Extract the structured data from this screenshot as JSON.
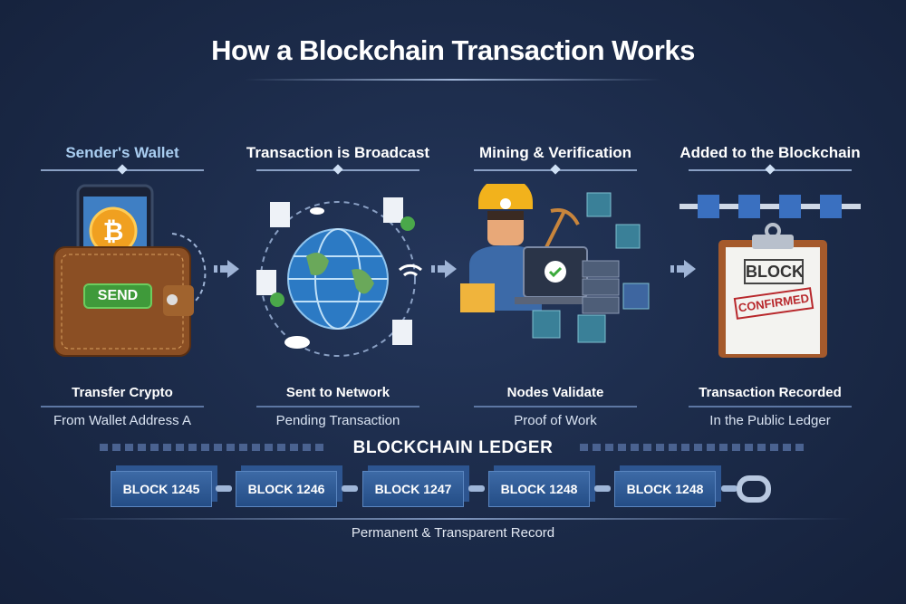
{
  "title": "How a Blockchain Transaction Works",
  "steps": [
    {
      "heading": "Sender's Wallet",
      "label": "Transfer Crypto",
      "sub": "From Wallet Address A",
      "button": "SEND"
    },
    {
      "heading": "Transaction is Broadcast",
      "label": "Sent to Network",
      "sub": "Pending Transaction"
    },
    {
      "heading": "Mining & Verification",
      "label": "Nodes Validate",
      "sub": "Proof of Work"
    },
    {
      "heading": "Added to the Blockchain",
      "label": "Transaction Recorded",
      "sub": "In the Public Ledger",
      "stamp_top": "BLOCK",
      "stamp_bottom": "CONFIRMED"
    }
  ],
  "ledger": {
    "title": "BLOCKCHAIN LEDGER",
    "blocks": [
      "BLOCK 1245",
      "BLOCK 1246",
      "BLOCK 1247",
      "BLOCK 1248",
      "BLOCK 1248"
    ],
    "caption": "Permanent & Transparent Record"
  },
  "colors": {
    "background": "#1b2a48",
    "heading_blue": "#a9cdf0",
    "block": "#2f5b98",
    "send_green": "#3f9a3a",
    "stamp_red": "#b8282c"
  }
}
